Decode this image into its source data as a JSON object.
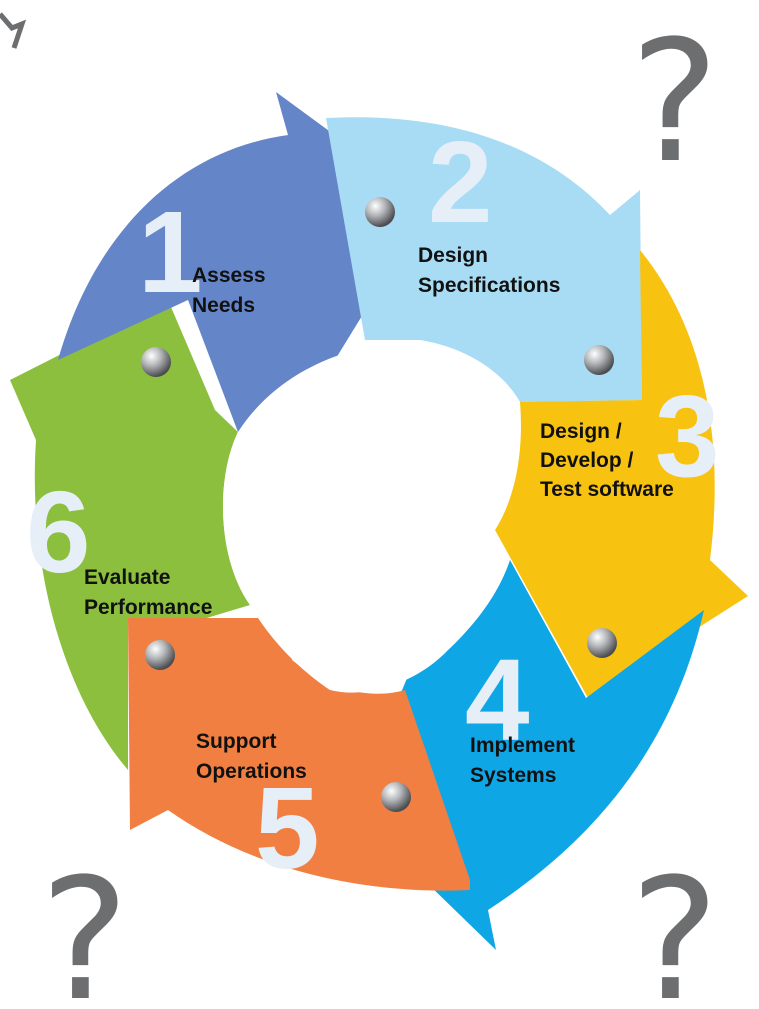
{
  "colors": {
    "step1": "#6585c9",
    "step2": "#a8dcf5",
    "step3": "#f7c310",
    "step4": "#0fa6e6",
    "step5": "#f07f41",
    "step6": "#8cbf3e",
    "digit": "#e6eef8",
    "question": "#6d6e70"
  },
  "steps": [
    {
      "number": "1",
      "line1": "Assess",
      "line2": "Needs",
      "line3": ""
    },
    {
      "number": "2",
      "line1": "Design",
      "line2": "Specifications",
      "line3": ""
    },
    {
      "number": "3",
      "line1": "Design /",
      "line2": "Develop /",
      "line3": "Test software"
    },
    {
      "number": "4",
      "line1": "Implement",
      "line2": "Systems",
      "line3": ""
    },
    {
      "number": "5",
      "line1": "Support",
      "line2": "Operations",
      "line3": ""
    },
    {
      "number": "6",
      "line1": "Evaluate",
      "line2": "Performance",
      "line3": ""
    }
  ],
  "question_mark": "?"
}
